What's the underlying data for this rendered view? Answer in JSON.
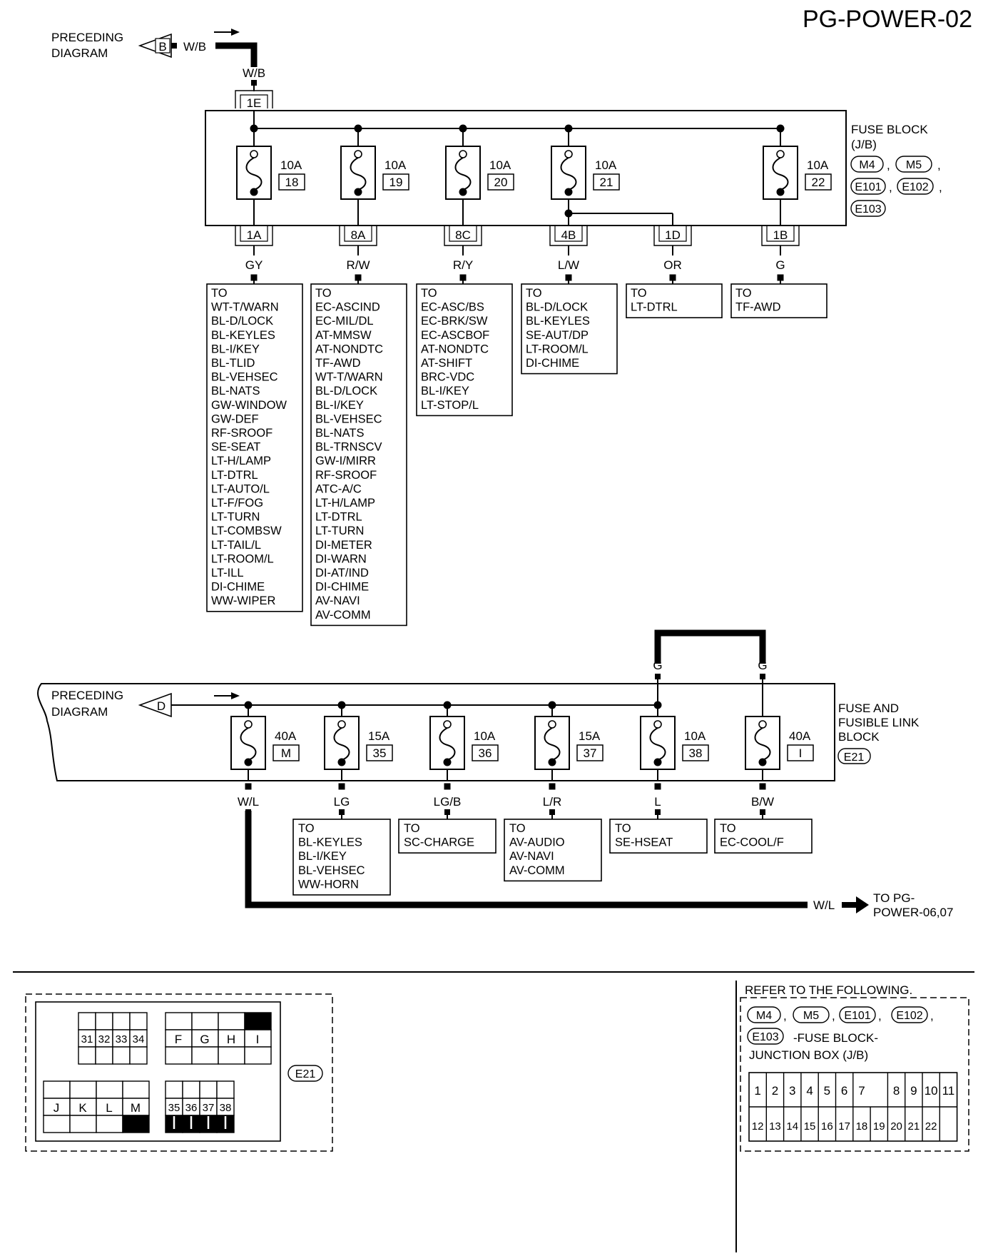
{
  "page_title": "PG-POWER-02",
  "upper": {
    "preceding_label": [
      "PRECEDING",
      "DIAGRAM"
    ],
    "connector_letter": "B",
    "input_wire": "W/B",
    "input_wire_top": "W/B",
    "input_terminal": "1E",
    "block_name": [
      "FUSE BLOCK",
      "(J/B)"
    ],
    "connectors": [
      "M4",
      "M5",
      "E101",
      "E102",
      "E103"
    ],
    "fuses": [
      {
        "amp": "10A",
        "num": "18",
        "terminal": "1A",
        "wire": "GY",
        "dest": [
          "TO",
          "WT-T/WARN",
          "BL-D/LOCK",
          "BL-KEYLES",
          "BL-I/KEY",
          "BL-TLID",
          "BL-VEHSEC",
          "BL-NATS",
          "GW-WINDOW",
          "GW-DEF",
          "RF-SROOF",
          "SE-SEAT",
          "LT-H/LAMP",
          "LT-DTRL",
          "LT-AUTO/L",
          "LT-F/FOG",
          "LT-TURN",
          "LT-COMBSW",
          "LT-TAIL/L",
          "LT-ROOM/L",
          "LT-ILL",
          "DI-CHIME",
          "WW-WIPER"
        ]
      },
      {
        "amp": "10A",
        "num": "19",
        "terminal": "8A",
        "wire": "R/W",
        "dest": [
          "TO",
          "EC-ASCIND",
          "EC-MIL/DL",
          "AT-MMSW",
          "AT-NONDTC",
          "TF-AWD",
          "WT-T/WARN",
          "BL-D/LOCK",
          "BL-I/KEY",
          "BL-VEHSEC",
          "BL-NATS",
          "BL-TRNSCV",
          "GW-I/MIRR",
          "RF-SROOF",
          "ATC-A/C",
          "LT-H/LAMP",
          "LT-DTRL",
          "LT-TURN",
          "DI-METER",
          "DI-WARN",
          "DI-AT/IND",
          "DI-CHIME",
          "AV-NAVI",
          "AV-COMM"
        ]
      },
      {
        "amp": "10A",
        "num": "20",
        "terminal": "8C",
        "wire": "R/Y",
        "dest": [
          "TO",
          "EC-ASC/BS",
          "EC-BRK/SW",
          "EC-ASCBOF",
          "AT-NONDTC",
          "AT-SHIFT",
          "BRC-VDC",
          "BL-I/KEY",
          "LT-STOP/L"
        ]
      },
      {
        "amp": "10A",
        "num": "21",
        "terminal": "4B",
        "wire": "L/W",
        "dest": [
          "TO",
          "BL-D/LOCK",
          "BL-KEYLES",
          "SE-AUT/DP",
          "LT-ROOM/L",
          "DI-CHIME"
        ]
      },
      {
        "amp": "",
        "num": "",
        "terminal": "1D",
        "wire": "OR",
        "dest": [
          "TO",
          "LT-DTRL"
        ]
      },
      {
        "amp": "10A",
        "num": "22",
        "terminal": "1B",
        "wire": "G",
        "dest": [
          "TO",
          "TF-AWD"
        ]
      }
    ]
  },
  "lower": {
    "preceding_label": [
      "PRECEDING",
      "DIAGRAM"
    ],
    "connector_letter": "D",
    "block_name": [
      "FUSE AND",
      "FUSIBLE LINK",
      "BLOCK"
    ],
    "connector": "E21",
    "jumper_wire_left": "G",
    "jumper_wire_right": "G",
    "fuses": [
      {
        "amp": "40A",
        "num": "M",
        "wire": "W/L",
        "dest": []
      },
      {
        "amp": "15A",
        "num": "35",
        "wire": "LG",
        "dest": [
          "TO",
          "BL-KEYLES",
          "BL-I/KEY",
          "BL-VEHSEC",
          "WW-HORN"
        ]
      },
      {
        "amp": "10A",
        "num": "36",
        "wire": "LG/B",
        "dest": [
          "TO",
          "SC-CHARGE"
        ]
      },
      {
        "amp": "15A",
        "num": "37",
        "wire": "L/R",
        "dest": [
          "TO",
          "AV-AUDIO",
          "AV-NAVI",
          "AV-COMM"
        ]
      },
      {
        "amp": "10A",
        "num": "38",
        "wire": "L",
        "dest": [
          "TO",
          "SE-HSEAT"
        ]
      },
      {
        "amp": "40A",
        "num": "I",
        "wire": "B/W",
        "dest": [
          "TO",
          "EC-COOL/F"
        ]
      }
    ],
    "output_wire": "W/L",
    "output_dest": [
      "TO PG-",
      "POWER-06,07"
    ]
  },
  "connector_views": {
    "connector": "E21",
    "block_a": [
      "31",
      "32",
      "33",
      "34"
    ],
    "block_b": [
      "F",
      "G",
      "H",
      "I"
    ],
    "block_c": [
      "J",
      "K",
      "L",
      "M"
    ],
    "block_d": [
      "35",
      "36",
      "37",
      "38"
    ]
  },
  "refer": {
    "heading": "REFER TO THE FOLLOWING.",
    "connectors": [
      "M4",
      "M5",
      "E101",
      "E102",
      "E103"
    ],
    "desc": [
      "-FUSE BLOCK-",
      "JUNCTION BOX (J/B)"
    ],
    "row1": [
      "1",
      "2",
      "3",
      "4",
      "5",
      "6",
      "7",
      "",
      "8",
      "9",
      "10",
      "11"
    ],
    "row2": [
      "12",
      "13",
      "14",
      "15",
      "16",
      "17",
      "18",
      "19",
      "20",
      "21",
      "22"
    ]
  }
}
